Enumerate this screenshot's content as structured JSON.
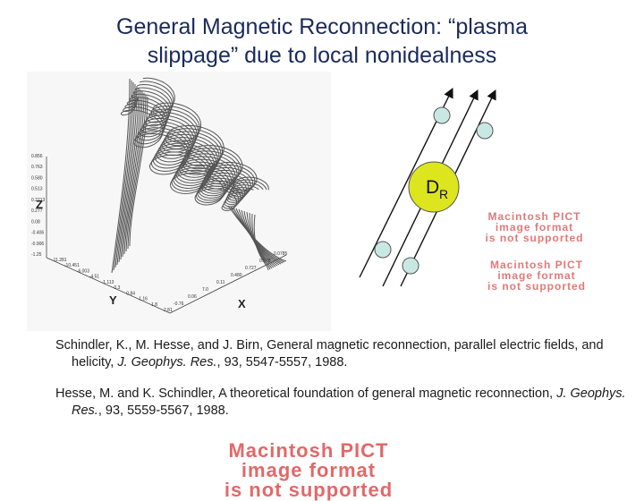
{
  "slide": {
    "title_line1": "General Magnetic Reconnection:  “plasma",
    "title_line2": "slippage” due to local nonidealness"
  },
  "plot3d": {
    "axis_z": "Z",
    "axis_y": "Y",
    "axis_x": "X",
    "z_ticks": [
      "0.856",
      "0.763",
      "0.580",
      "0.513",
      "0.2713",
      "0.277",
      "0.08",
      "-0.406",
      "-0.906",
      "-1.25"
    ],
    "y_ticks": [
      "-11.281",
      "-10.451",
      "-6.003",
      "-4.51",
      "-1.113",
      "0.3",
      "0.84",
      "1.16",
      "1.8",
      "2.81"
    ],
    "x_ticks": [
      "0.0785",
      "0.578",
      "0.727",
      "0.480",
      "0.11",
      "7.0",
      "0.06",
      "-0.76"
    ]
  },
  "diagram": {
    "region_label_main": "D",
    "region_label_sub": "R",
    "colors": {
      "region_fill": "#dce51e",
      "particle_fill": "#c8e8e4",
      "line": "#111111"
    }
  },
  "stamps": {
    "pict_1_line1": "Macintosh PICT",
    "pict_1_line2": "image format",
    "pict_1_line3": "is not supported",
    "pict_2_line1": "Macintosh PICT",
    "pict_2_line2": "image format",
    "pict_2_line3": "is not supported",
    "pict_3_line1": "Macintosh PICT",
    "pict_3_line2": "image format",
    "pict_3_line3": "is not supported"
  },
  "references": {
    "ref1_authors": "Schindler, K., M. Hesse, and J. Birn, General magnetic reconnection, parallel electric fields, and helicity, ",
    "ref1_journal": "J. Geophys. Res.",
    "ref1_tail": ", 93, 5547-5557, 1988.",
    "ref2_authors": "Hesse, M. and K. Schindler, A theoretical foundation of general magnetic reconnection, ",
    "ref2_journal": "J. Geophys. Res.",
    "ref2_tail": ", 93, 5559-5567, 1988."
  }
}
